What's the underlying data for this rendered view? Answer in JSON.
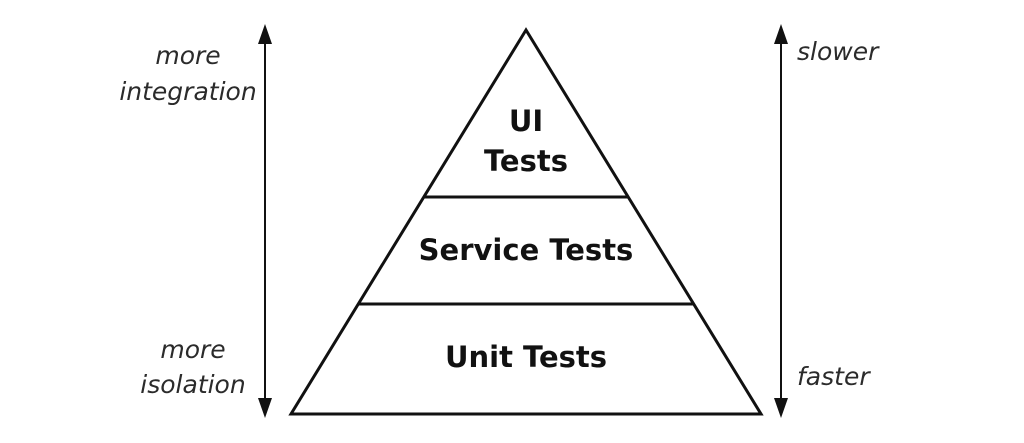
{
  "left_axis": {
    "top_label_line1": "more",
    "top_label_line2": "integration",
    "bottom_label_line1": "more",
    "bottom_label_line2": "isolation"
  },
  "right_axis": {
    "top_label": "slower",
    "bottom_label": "faster"
  },
  "pyramid": {
    "tiers": [
      {
        "label_line1": "UI",
        "label_line2": "Tests"
      },
      {
        "label": "Service Tests"
      },
      {
        "label": "Unit Tests"
      }
    ]
  }
}
